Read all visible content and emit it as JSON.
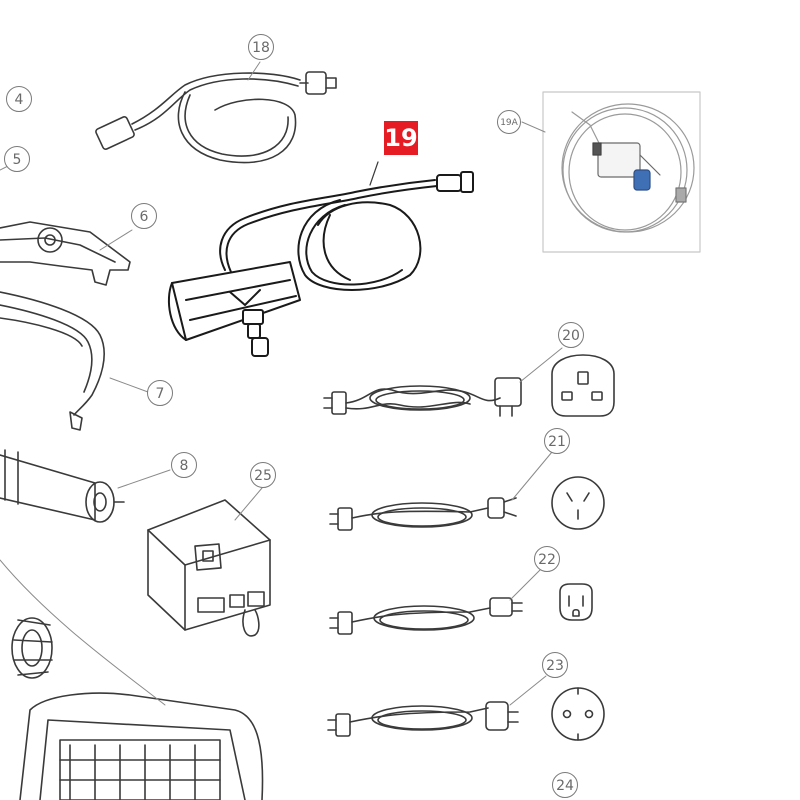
{
  "colors": {
    "line": "#3a3a3a",
    "light_line": "#8a8a8a",
    "highlight": "#e51c23",
    "inset_border": "#c8c8c8",
    "blue_part": "#3f6fb5"
  },
  "callouts": {
    "c4": "4",
    "c5": "5",
    "c6": "6",
    "c7": "7",
    "c8": "8",
    "c18": "18",
    "c19": "19",
    "c19a": "19A",
    "c20": "20",
    "c21": "21",
    "c22": "22",
    "c23": "23",
    "c24": "24",
    "c25": "25"
  },
  "icons": [
    "uk-plug-socket-icon",
    "au-plug-socket-icon",
    "us-plug-socket-icon",
    "eu-plug-socket-icon"
  ]
}
